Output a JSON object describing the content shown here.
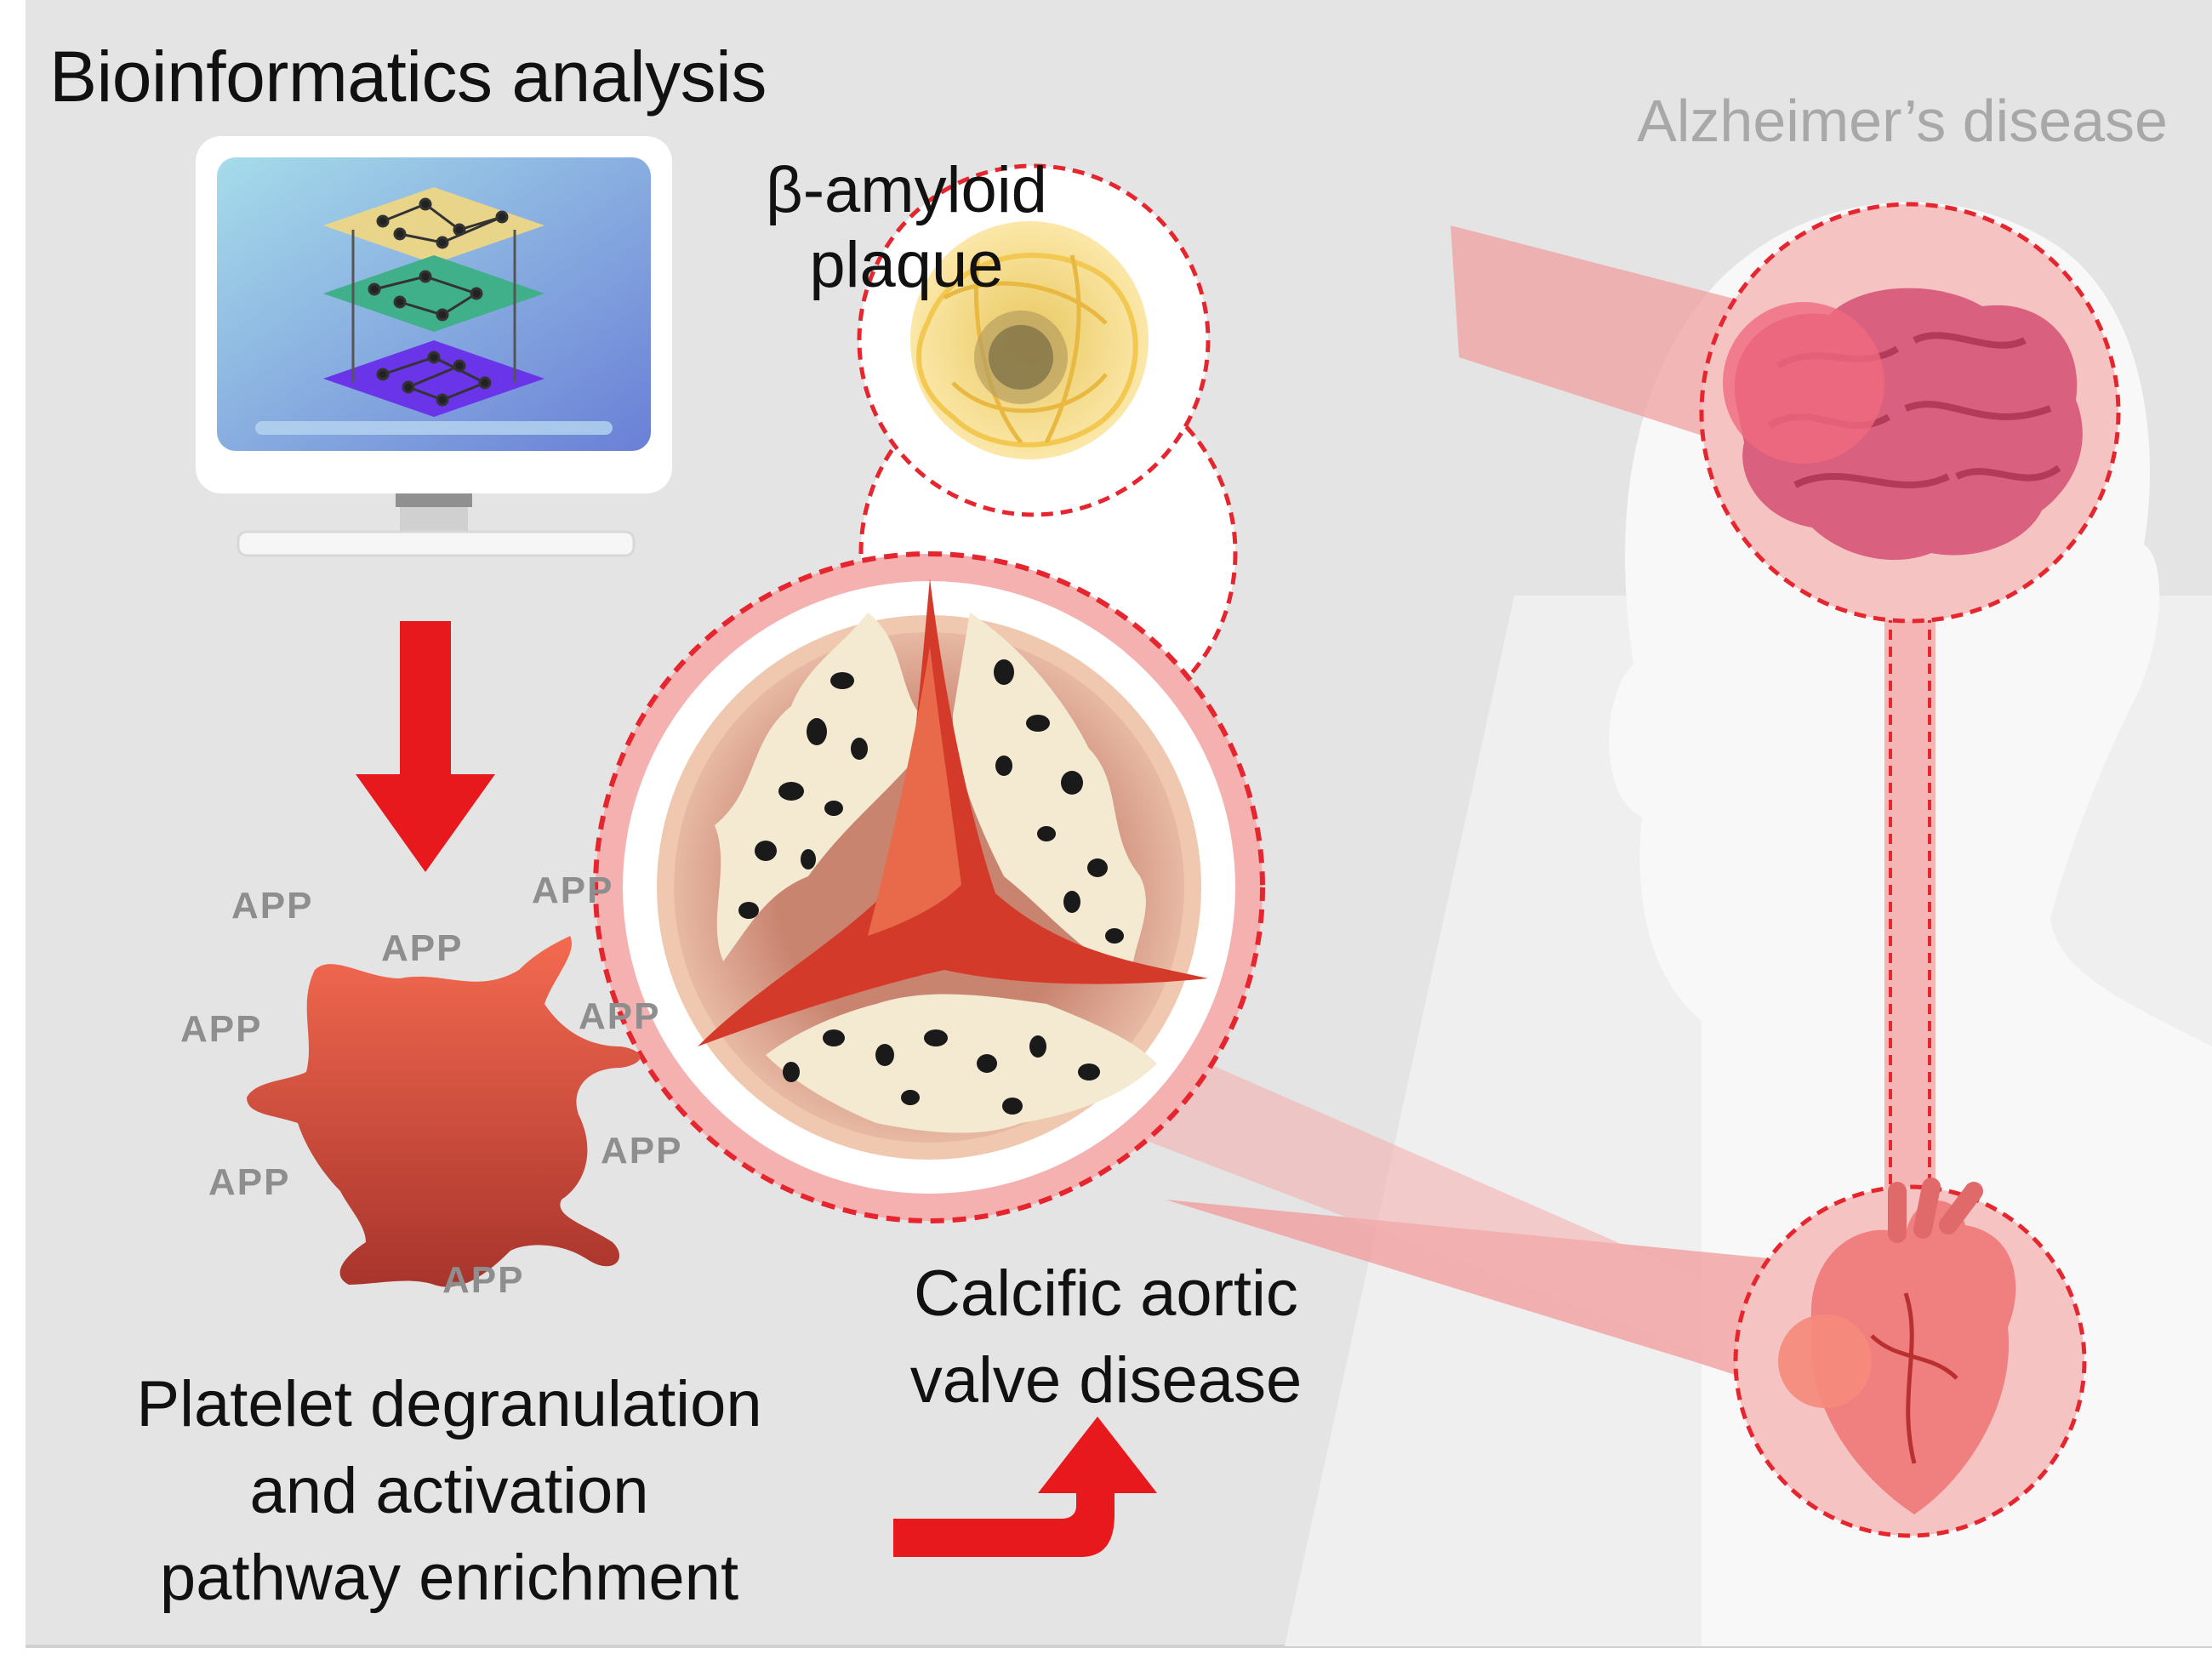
{
  "labels": {
    "title": "Bioinformatics analysis",
    "alzheimers": "Alzheimer’s disease",
    "beta_amyloid_line1": "β-amyloid",
    "beta_amyloid_line2": "plaque",
    "platelet_line1": "Platelet degranulation",
    "platelet_line2": "and activation",
    "platelet_line3": "pathway enrichment",
    "cavd_line1": "Calcific aortic",
    "cavd_line2": "valve disease"
  },
  "app_labels": [
    "APP",
    "APP",
    "APP",
    "APP",
    "APP",
    "APP",
    "APP",
    "APP"
  ],
  "colors": {
    "background": "#e4e4e4",
    "arrow": "#e8191c",
    "dashed_ring": "#e5262f",
    "platelet": "#e4604a",
    "valve_red": "#d43a2a",
    "calcium": "#f4ead2",
    "brain": "#d9607e",
    "heart": "#f08080",
    "silhouette": "#f5f5f5"
  },
  "icons": [
    "monitor-icon",
    "network-layers-icon",
    "down-arrow-icon",
    "curved-arrow-icon",
    "platelet-icon",
    "plaque-icon",
    "aortic-valve-icon",
    "brain-icon",
    "heart-icon",
    "head-silhouette-icon"
  ]
}
